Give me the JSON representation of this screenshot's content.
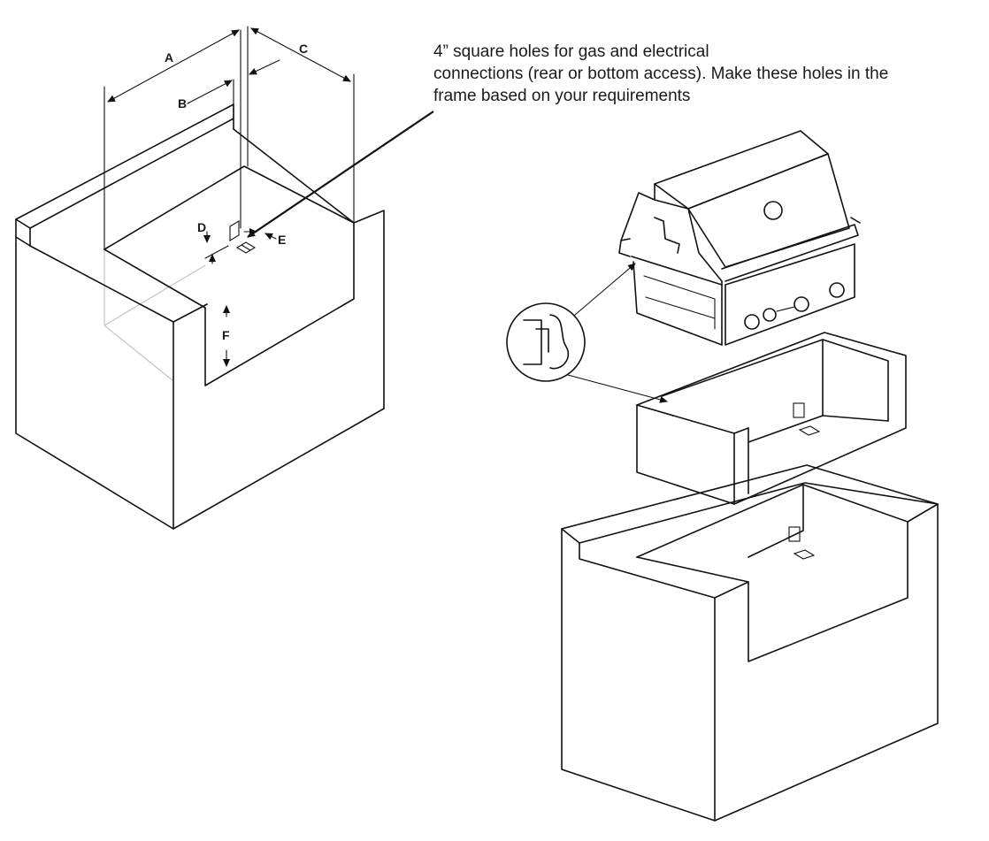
{
  "dimension_labels": {
    "a": "A",
    "b": "B",
    "c": "C",
    "d": "D",
    "e": "E",
    "f": "F"
  },
  "callout": {
    "line1": "4” square holes for gas and electrical",
    "line2": "connections (rear or bottom access).  Make these holes in the",
    "line3": "frame based on your requirements"
  }
}
